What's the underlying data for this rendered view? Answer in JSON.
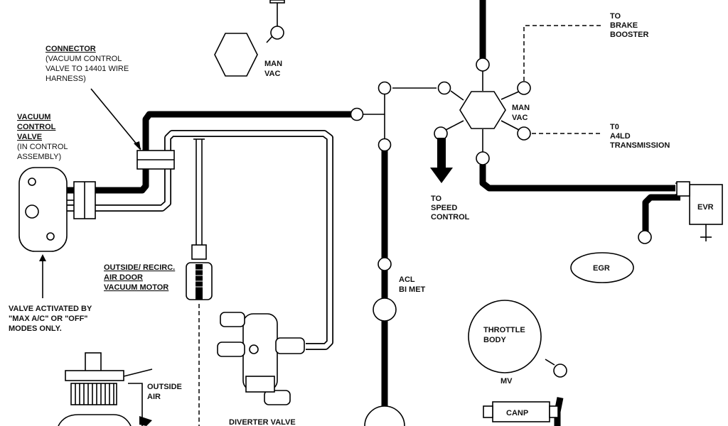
{
  "labels": {
    "connector_title": "CONNECTOR",
    "connector_desc_1": "(VACUUM CONTROL",
    "connector_desc_2": "VALVE TO 14401 WIRE",
    "connector_desc_3": "HARNESS)",
    "vcv_1": "VACUUM",
    "vcv_2": "CONTROL",
    "vcv_3": "VALVE",
    "vcv_4": "(IN CONTROL",
    "vcv_5": "ASSEMBLY)",
    "man_vac_top_1": "MAN",
    "man_vac_top_2": "VAC",
    "brake_1": "TO",
    "brake_2": "BRAKE",
    "brake_3": "BOOSTER",
    "man_vac_right_1": "MAN",
    "man_vac_right_2": "VAC",
    "a4ld_1": "T0",
    "a4ld_2": "A4LD",
    "a4ld_3": "TRANSMISSION",
    "speed_1": "TO",
    "speed_2": "SPEED",
    "speed_3": "CONTROL",
    "evr": "EVR",
    "egr": "EGR",
    "motor_1": "OUTSIDE/ RECIRC.",
    "motor_2": "AIR DOOR",
    "motor_3": "VACUUM MOTOR",
    "valve_act_1": "VALVE ACTIVATED BY",
    "valve_act_2": "\"MAX A/C\" OR \"OFF\"",
    "valve_act_3": "MODES ONLY.",
    "acl_1": "ACL",
    "acl_2": "BI MET",
    "throttle_1": "THROTTLE",
    "throttle_2": "BODY",
    "mv": "MV",
    "canp": "CANP",
    "outside_air_1": "OUTSIDE",
    "outside_air_2": "AIR",
    "diverter": "DIVERTER VALVE"
  }
}
